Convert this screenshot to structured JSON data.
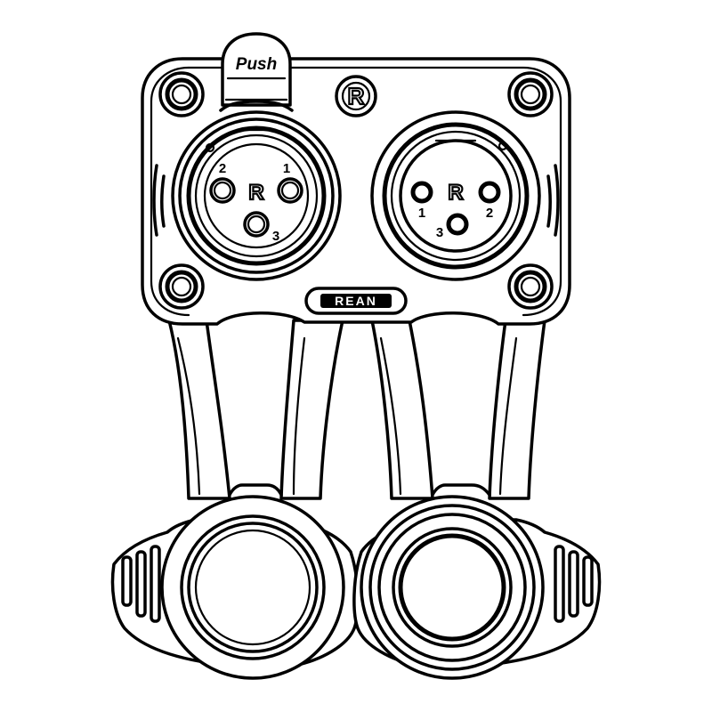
{
  "plate": {
    "push_label": "Push",
    "brand_mark": "R",
    "brand_badge": "REAN"
  },
  "female_connector": {
    "pins": [
      "2",
      "1",
      "3"
    ],
    "center_mark": "R"
  },
  "male_connector": {
    "pins": [
      "1",
      "2",
      "3"
    ],
    "center_mark": "R"
  },
  "icons": [
    "screw-icon",
    "latch-icon",
    "logo-icon",
    "ring-icon"
  ]
}
